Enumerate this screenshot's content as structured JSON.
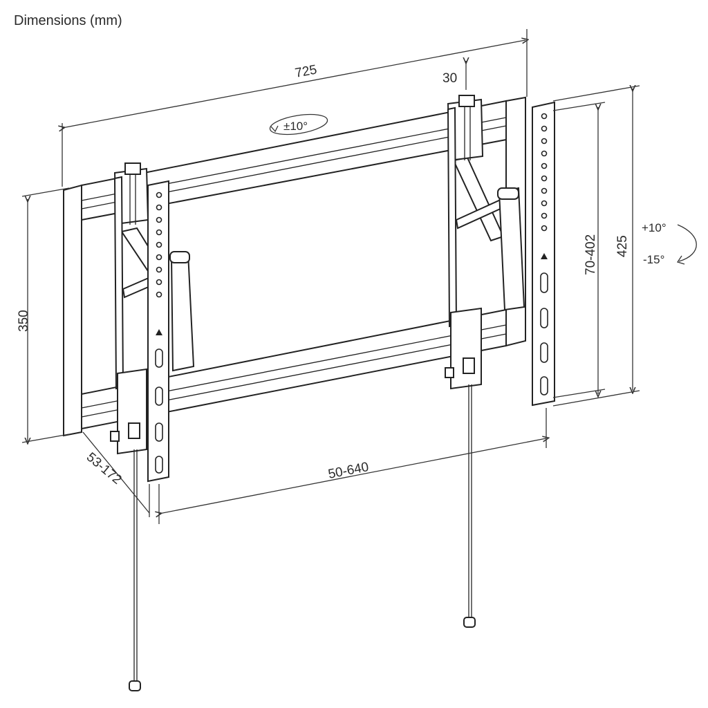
{
  "title": "Dimensions (mm)",
  "dimensions": {
    "overall_width": "725",
    "rail_height": "350",
    "lift": "30",
    "swivel": "±10°",
    "depth": "53-172",
    "bracket_spacing": "50-640",
    "hole_range": "70-402",
    "bracket_length": "425",
    "tilt_up": "+10°",
    "tilt_down": "-15°"
  }
}
